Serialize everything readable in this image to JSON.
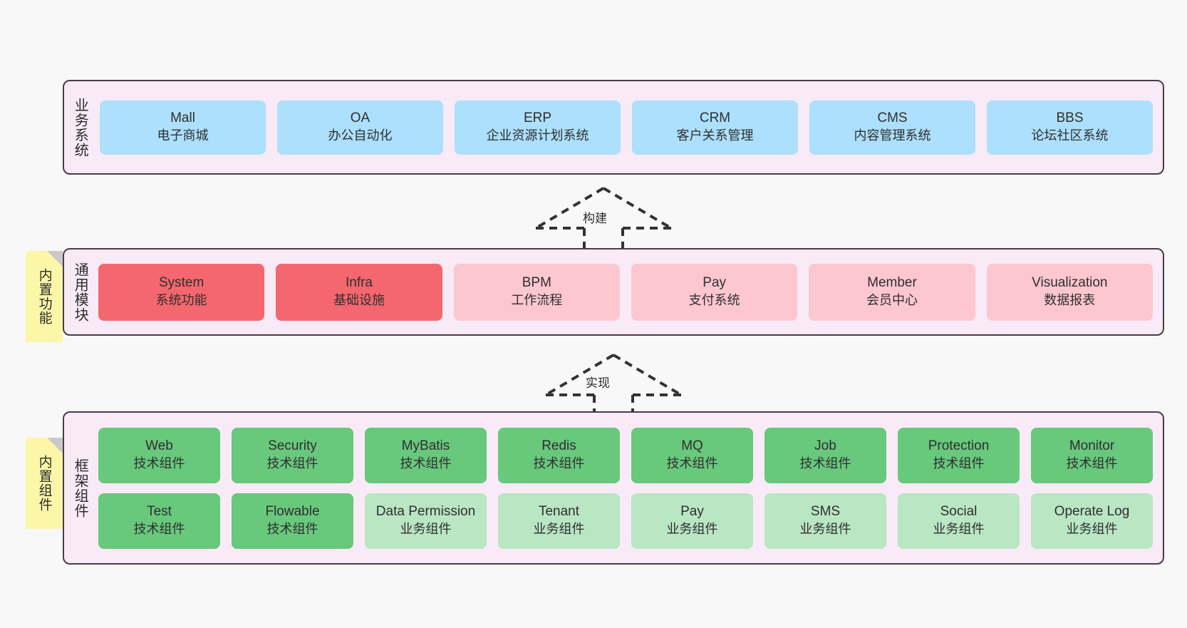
{
  "layers": {
    "business": {
      "title": "业务系统",
      "items": [
        {
          "en": "Mall",
          "cn": "电子商城"
        },
        {
          "en": "OA",
          "cn": "办公自动化"
        },
        {
          "en": "ERP",
          "cn": "企业资源计划系统"
        },
        {
          "en": "CRM",
          "cn": "客户关系管理"
        },
        {
          "en": "CMS",
          "cn": "内容管理系统"
        },
        {
          "en": "BBS",
          "cn": "论坛社区系统"
        }
      ]
    },
    "common": {
      "title": "通用模块",
      "items": [
        {
          "en": "System",
          "cn": "系统功能",
          "color": "#f4676f"
        },
        {
          "en": "Infra",
          "cn": "基础设施",
          "color": "#f4676f"
        },
        {
          "en": "BPM",
          "cn": "工作流程",
          "color": "#fcc7ce"
        },
        {
          "en": "Pay",
          "cn": "支付系统",
          "color": "#fcc7ce"
        },
        {
          "en": "Member",
          "cn": "会员中心",
          "color": "#fcc7ce"
        },
        {
          "en": "Visualization",
          "cn": "数据报表",
          "color": "#fcc7ce"
        }
      ]
    },
    "framework": {
      "title": "框架组件",
      "row1": [
        {
          "en": "Web",
          "cn": "技术组件",
          "color": "#68c87c"
        },
        {
          "en": "Security",
          "cn": "技术组件",
          "color": "#68c87c"
        },
        {
          "en": "MyBatis",
          "cn": "技术组件",
          "color": "#68c87c"
        },
        {
          "en": "Redis",
          "cn": "技术组件",
          "color": "#68c87c"
        },
        {
          "en": "MQ",
          "cn": "技术组件",
          "color": "#68c87c"
        },
        {
          "en": "Job",
          "cn": "技术组件",
          "color": "#68c87c"
        },
        {
          "en": "Protection",
          "cn": "技术组件",
          "color": "#68c87c"
        },
        {
          "en": "Monitor",
          "cn": "技术组件",
          "color": "#68c87c"
        }
      ],
      "row2": [
        {
          "en": "Test",
          "cn": "技术组件",
          "color": "#68c87c"
        },
        {
          "en": "Flowable",
          "cn": "技术组件",
          "color": "#68c87c"
        },
        {
          "en": "Data Permission",
          "cn": "业务组件",
          "color": "#b9e6c3"
        },
        {
          "en": "Tenant",
          "cn": "业务组件",
          "color": "#b9e6c3"
        },
        {
          "en": "Pay",
          "cn": "业务组件",
          "color": "#b9e6c3"
        },
        {
          "en": "SMS",
          "cn": "业务组件",
          "color": "#b9e6c3"
        },
        {
          "en": "Social",
          "cn": "业务组件",
          "color": "#b9e6c3"
        },
        {
          "en": "Operate Log",
          "cn": "业务组件",
          "color": "#b9e6c3"
        }
      ]
    }
  },
  "notes": {
    "functions": "内置功能",
    "components": "内置组件"
  },
  "arrows": {
    "build": "构建",
    "implement": "实现"
  },
  "colors": {
    "canvas": "#f8f8f8",
    "panel_bg": "#f8eaf6",
    "panel_border": "#4a3d47",
    "blue": "#ace0fd",
    "red": "#f4676f",
    "pink": "#fcc7ce",
    "green": "#68c87c",
    "light_green": "#b9e6c3",
    "note_yellow": "#fcf7a8",
    "note_fold": "#c9c9c9",
    "arrow_stroke": "#333333"
  }
}
